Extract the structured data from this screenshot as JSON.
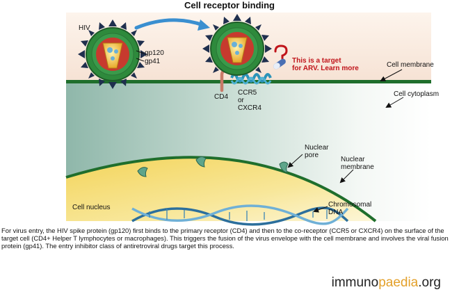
{
  "title": "Cell receptor binding",
  "labels": {
    "hiv": "HIV",
    "gp120": "gp120",
    "gp41": "gp41",
    "target_line1": "This is a target",
    "target_line2": "for ARV. Learn more",
    "cell_membrane": "Cell membrane",
    "cell_cytoplasm": "Cell cytoplasm",
    "cd4": "CD4",
    "ccr5": "CCR5",
    "or": "or",
    "cxcr4": "CXCR4",
    "nuclear_pore_1": "Nuclear",
    "nuclear_pore_2": "pore",
    "nuclear_membrane_1": "Nuclear",
    "nuclear_membrane_2": "membrane",
    "cell_nucleus": "Cell nucleus",
    "chromosomal_1": "Chromosomal",
    "chromosomal_2": "DNA"
  },
  "caption": "For virus entry, the HIV spike protein (gp120) first binds to the primary receptor (CD4) and then to the co-receptor (CCR5 or CXCR4) on the surface of the target cell (CD4+ Helper T lymphocytes or macrophages). This triggers the fusion of the virus envelope with the cell membrane and involves the viral fusion protein (gp41). The entry inhibitor class of antiretroviral drugs target this process.",
  "logo": {
    "part1": "immuno",
    "part2": "paedia",
    "part3": ".org"
  },
  "colors": {
    "membrane": "#1f6e2c",
    "virus_ring": "#2e8a3c",
    "virus_core": "#f1c232",
    "spike": "#1f2f4e",
    "alert_red": "#c0141a",
    "dna": "#2c6f9c"
  }
}
